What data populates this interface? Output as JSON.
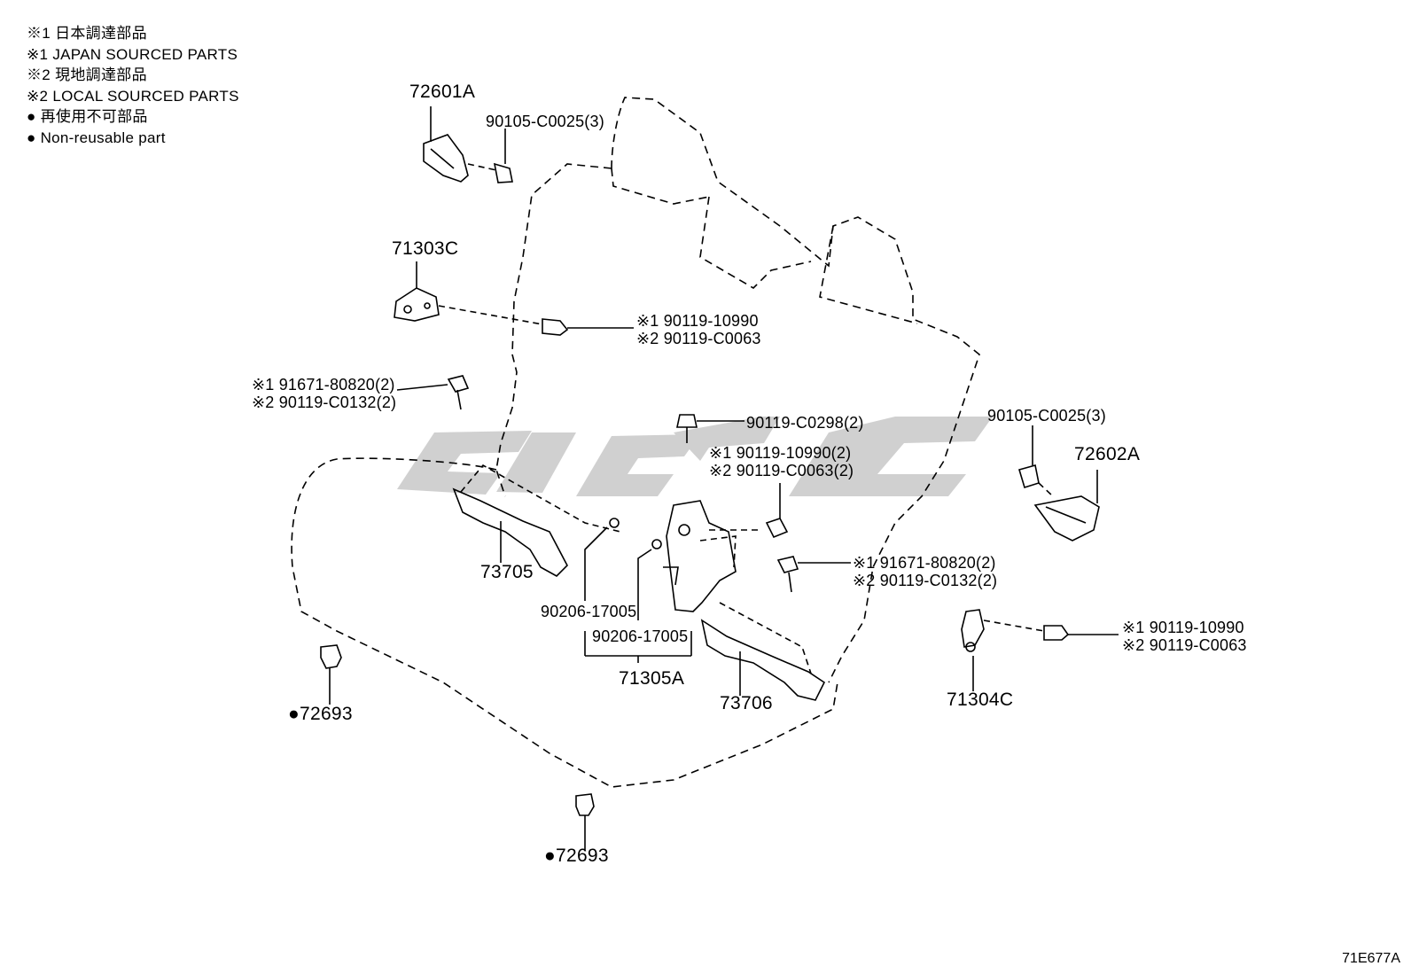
{
  "legend": [
    "※1 日本調達部品",
    "※1 JAPAN SOURCED PARTS",
    "※2 現地調達部品",
    "※2 LOCAL SOURCED PARTS",
    "● 再使用不可部品",
    "● Non-reusable part"
  ],
  "labels": {
    "p72601A": "72601A",
    "p90105_top": "90105-C0025(3)",
    "p71303C": "71303C",
    "p90119_a1": "※1 90119-10990",
    "p90119_a2": "※2 90119-C0063",
    "p91671_l1": "※1 91671-80820(2)",
    "p90119_l2": "※2 90119-C0132(2)",
    "p90119_c0298": "90119-C0298(2)",
    "p90119_m1": "※1 90119-10990(2)",
    "p90119_m2": "※2 90119-C0063(2)",
    "p90105_right": "90105-C0025(3)",
    "p72602A": "72602A",
    "p91671_r1": "※1 91671-80820(2)",
    "p90119_r2": "※2 90119-C0132(2)",
    "p73705": "73705",
    "p90206_a": "90206-17005",
    "p90206_b": "90206-17005",
    "p71305A": "71305A",
    "p73706": "73706",
    "p90119_b1": "※1 90119-10990",
    "p90119_b2": "※2 90119-C0063",
    "p71304C": "71304C",
    "p72693_a": "●72693",
    "p72693_b": "●72693"
  },
  "footer_code": "71E677A",
  "colors": {
    "line": "#000000",
    "watermark": "#c8c8c8"
  }
}
